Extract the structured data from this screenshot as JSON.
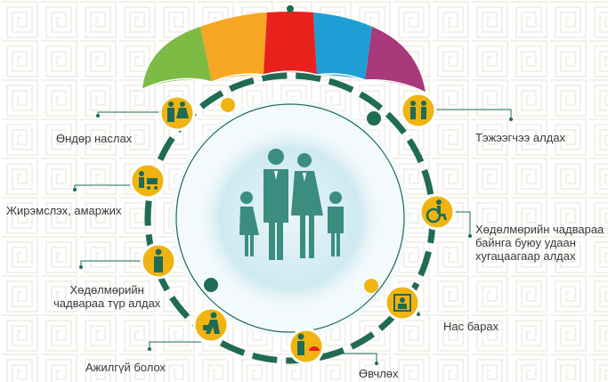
{
  "labels": {
    "old_age": "Өндөр наслах",
    "maternity": "Жирэмслэх, амаржих",
    "temporary_incapacity_line1": "Хөдөлмөрийн",
    "temporary_incapacity_line2": "чадвараа түр алдах",
    "unemployment": "Ажилгүй болох",
    "illness": "Өвчлөх",
    "death": "Нас барах",
    "permanent_incapacity_line1": "Хөдөлмөрийн чадвараа",
    "permanent_incapacity_line2": "байнга буюу удаан",
    "permanent_incapacity_line3": "хугацаагаар алдах",
    "loss_of_breadwinner": "Тэжээгчээ алдах"
  },
  "colors": {
    "ring": "#1f6b55",
    "icon_fill": "#f0b412",
    "icon_border": "#ffffff",
    "family": "#3b8d7f",
    "umbrella": [
      "#7dbb45",
      "#f6a623",
      "#e8211d",
      "#1d9fd6",
      "#a8397b"
    ],
    "leader_line": "#1f6b55"
  },
  "icons": [
    "old-couple-icon",
    "stroller-icon",
    "worker-icon",
    "unemployed-icon",
    "sick-person-icon",
    "death-frame-icon",
    "wheelchair-icon",
    "orphans-icon"
  ]
}
